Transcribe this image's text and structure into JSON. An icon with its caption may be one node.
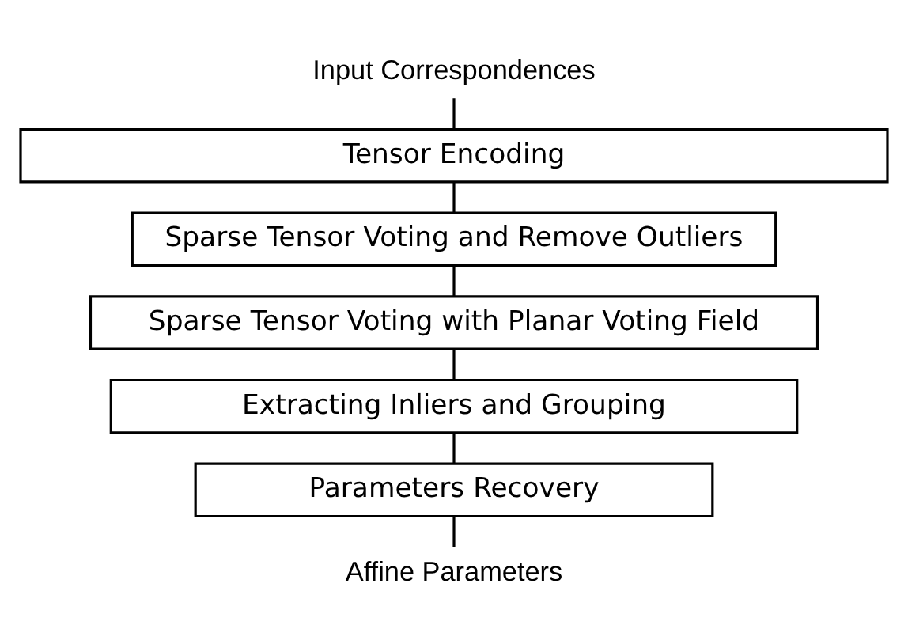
{
  "diagram": {
    "nodes": [
      {
        "text": [
          "Input Correspondences"
        ]
      },
      {
        "text": [
          "Tensor Encoding"
        ]
      },
      {
        "text": [
          "Sparse Tensor Voting and Remove Outliers"
        ]
      },
      {
        "text": [
          "Sparse Tensor Voting with Planar Voting Field"
        ]
      },
      {
        "text": [
          "Extracting Inliers and Grouping"
        ]
      },
      {
        "text": [
          "Parameters Recovery"
        ]
      },
      {
        "text": [
          "Affine Parameters"
        ]
      }
    ],
    "edges": [
      {
        "from": 0,
        "to": 1,
        "arrow": "none"
      },
      {
        "from": 1,
        "to": 2,
        "arrow": "none"
      },
      {
        "from": 2,
        "to": 3,
        "arrow": "none"
      },
      {
        "from": 3,
        "to": 4,
        "arrow": "none"
      },
      {
        "from": 4,
        "to": 5,
        "arrow": "none"
      },
      {
        "from": 5,
        "to": 6,
        "arrow": "none"
      }
    ]
  }
}
